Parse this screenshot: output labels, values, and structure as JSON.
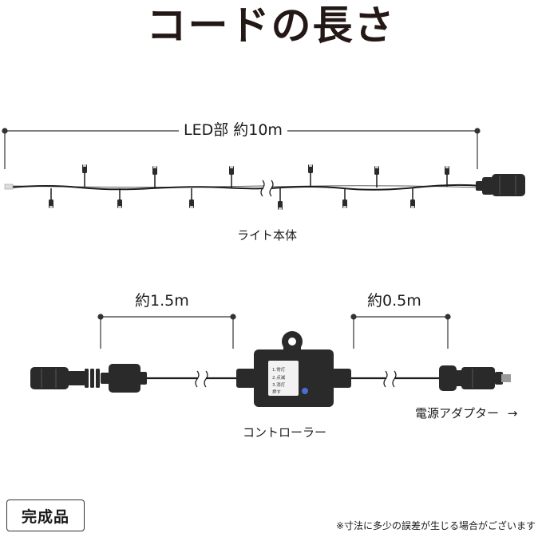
{
  "title": "コードの長さ",
  "led_section": {
    "length_label": "LED部 約10m",
    "caption": "ライト本体"
  },
  "controller_section": {
    "left_length_label": "約1.5m",
    "right_length_label": "約0.5m",
    "controller_caption": "コントローラー",
    "adapter_caption": "電源アダプター",
    "adapter_arrow": "→",
    "controller_panel_lines": [
      "1.常灯",
      "2.点滅",
      "3.消灯",
      "押す"
    ]
  },
  "badge": "完成品",
  "note": "※寸法に多少の誤差が生じる場合がございます",
  "colors": {
    "cord": "#1c1c1c",
    "text": "#231815",
    "connector": "#2a2a2a"
  }
}
